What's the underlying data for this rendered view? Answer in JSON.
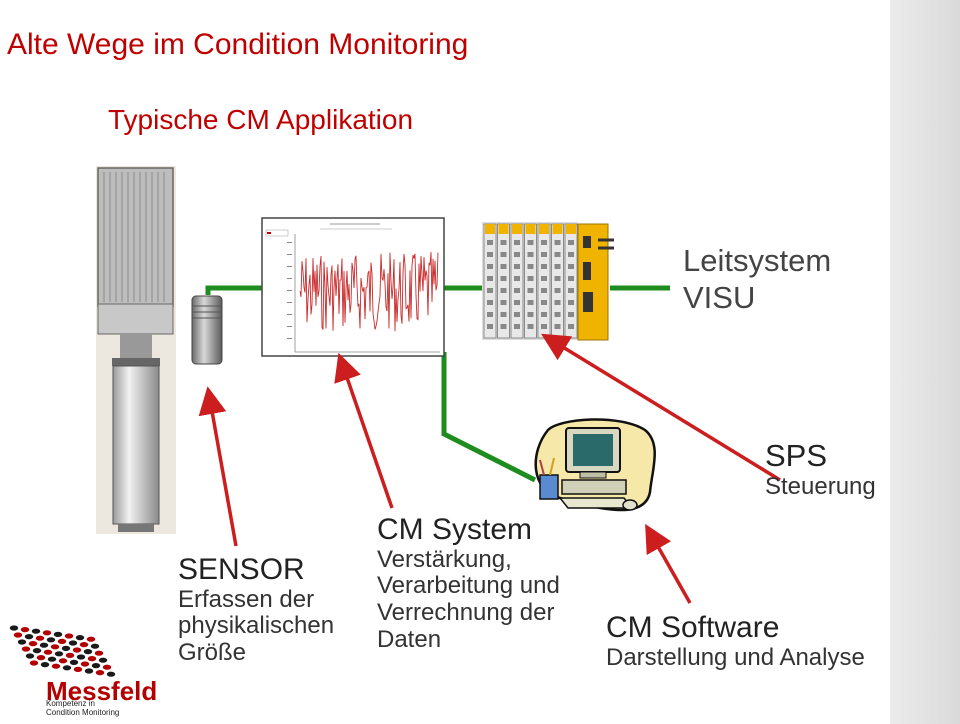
{
  "title": "Alte Wege im Condition Monitoring",
  "subtitle": "Typische CM Applikation",
  "leitsystem": {
    "line1": "Leitsystem",
    "line2": "VISU"
  },
  "sps": {
    "head": "SPS",
    "body": "Steuerung"
  },
  "sensor": {
    "head": "SENSOR",
    "lines": [
      "Erfassen der",
      "physikalischen",
      "Größe"
    ]
  },
  "cm_system": {
    "head": "CM System",
    "lines": [
      "Verstärkung,",
      "Verarbeitung und",
      "Verrechnung der",
      "Daten"
    ]
  },
  "cm_software": {
    "head": "CM Software",
    "body": "Darstellung und Analyse"
  },
  "logo": {
    "name": "Messfeld",
    "tagline1": "Kompetenz in",
    "tagline2": "Condition Monitoring"
  },
  "colors": {
    "title": "#c00000",
    "arrow": "#cc1e1e",
    "cable": "#1e8c1e",
    "plc": "#f0b400"
  }
}
